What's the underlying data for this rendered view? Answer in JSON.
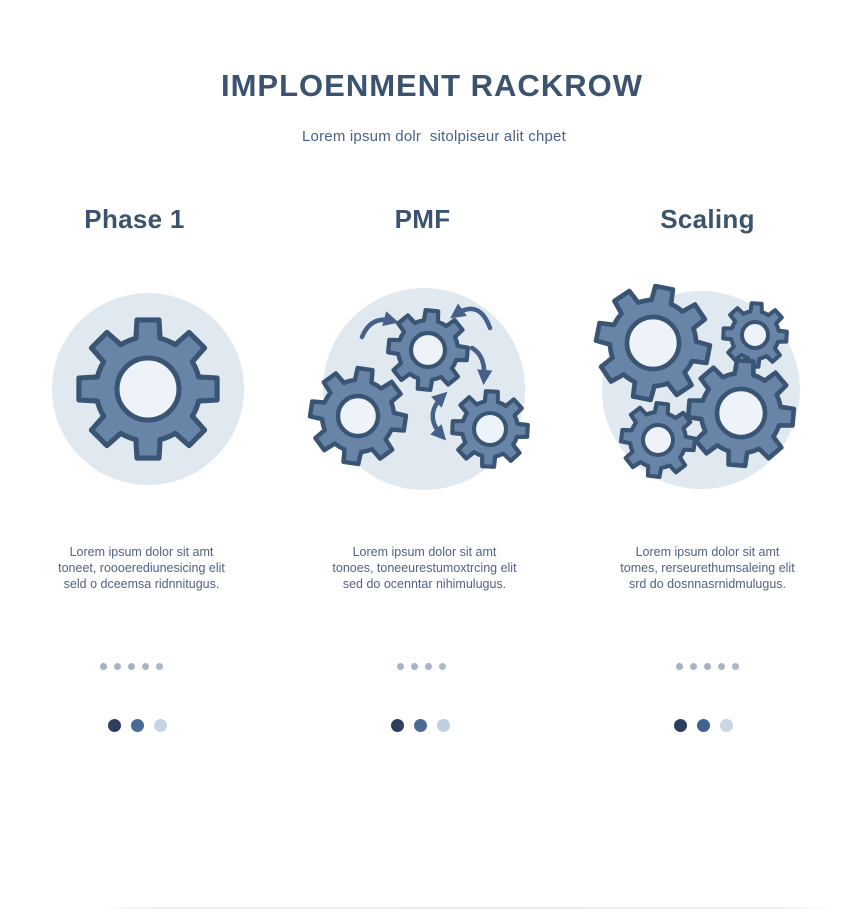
{
  "palette": {
    "title_color": "#3b536f",
    "subtitle_color": "#46618c",
    "heading_color": "#3b536f",
    "body_color": "#4c6489",
    "circle_bg": "#e1e9f0",
    "gear_fill": "#6884a6",
    "gear_stroke": "#3a5474",
    "gear_hole": "#edf3f8",
    "arrow_color": "#45618a"
  },
  "header": {
    "title": "IMPLOENMENT RACKROW",
    "subtitle": "Lorem ipsum dolr  sitolpiseur alit chpet"
  },
  "columns": [
    {
      "heading": "Phase 1",
      "icon": "single-gear",
      "description": "Lorem ipsum dolor sit amt\ntoneet, roooerediunesicing elit\nseld o dceemsa ridnnitugus.",
      "small_dots": [
        "#a2b1c3",
        "#a8b6c6",
        "#a2b1c3",
        "#a8b6c6",
        "#aab8c7"
      ],
      "large_dots": [
        "#2d3f5a",
        "#4b6b94",
        "#c6d3e2"
      ]
    },
    {
      "heading": "PMF",
      "icon": "gears-with-arrows",
      "description": "Lorem ipsum dolor sit amt\ntonoes, toneeurestumoxtrcing elit\nsed do ocenntar nihimulugus.",
      "small_dots": [
        "#a5b3c4",
        "#a5b3c4",
        "#a8b6c6",
        "#abb9c8"
      ],
      "large_dots": [
        "#2d3f5a",
        "#4b6b94",
        "#c2cfe0"
      ]
    },
    {
      "heading": "Scaling",
      "icon": "gear-cluster",
      "description": "Lorem ipsum dolor sit amt\ntomes, rerseurethumsaleing elit\nsrd do dosnnasrnidmulugus.",
      "small_dots": [
        "#a2b1c3",
        "#a8b6c6",
        "#a5b3c4",
        "#a8b6c6",
        "#abb9c8"
      ],
      "large_dots": [
        "#2d3f5a",
        "#43628c",
        "#c9d6e3"
      ]
    }
  ]
}
